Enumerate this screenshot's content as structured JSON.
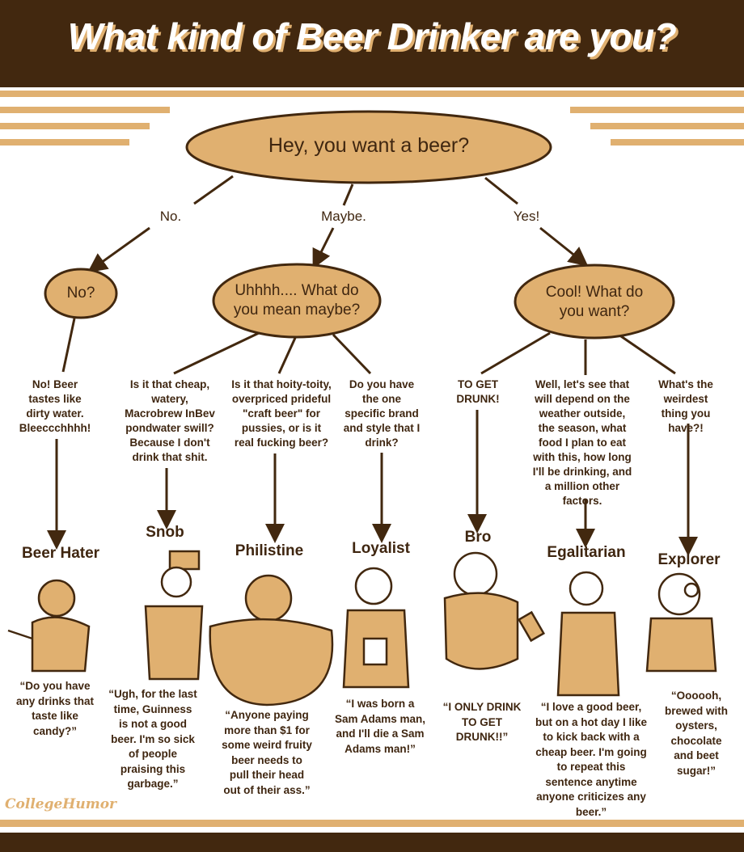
{
  "title": "What kind of Beer Drinker are you?",
  "root": "Hey, you want a beer?",
  "branches": [
    {
      "label": "No.",
      "node": "No?"
    },
    {
      "label": "Maybe.",
      "node": "Uhhhh.... What do you mean maybe?"
    },
    {
      "label": "Yes!",
      "node": "Cool! What do you want?"
    }
  ],
  "types": [
    {
      "answer": "No! Beer tastes like dirty water. Bleeccchhhh!",
      "name": "Beer Hater",
      "quote": "“Do you have any drinks that taste like candy?”"
    },
    {
      "answer": "Is it that cheap, watery, Macrobrew InBev pondwater swill? Because I don't drink that shit.",
      "name": "Snob",
      "quote": "“Ugh, for the last time, Guinness is not a good beer. I'm so sick of people praising this garbage.”"
    },
    {
      "answer": "Is it that hoity-toity, overpriced prideful \"craft beer\" for pussies, or is it real fucking beer?",
      "name": "Philistine",
      "quote": "“Anyone paying more than $1 for some weird fruity beer needs to pull their head out of their ass.”"
    },
    {
      "answer": "Do you have the one specific brand and style that I drink?",
      "name": "Loyalist",
      "quote": "“I was born a Sam Adams man, and I'll die a Sam Adams man!”"
    },
    {
      "answer": "TO GET DRUNK!",
      "name": "Bro",
      "quote": "“I ONLY DRINK TO GET DRUNK!!”"
    },
    {
      "answer": "Well, let's see that will depend on the weather outside, the season, what food I plan to eat with this, how long I'll be drinking, and a million other factors.",
      "name": "Egalitarian",
      "quote": "“I love a good beer, but on a hot day I like to kick back with a cheap beer. I'm going to repeat this sentence anytime anyone criticizes any beer.”"
    },
    {
      "answer": "What's the weirdest thing you have?!",
      "name": "Explorer",
      "quote": "“Oooooh, brewed with oysters, chocolate and beet sugar!”"
    }
  ],
  "logo": "CollegeHumor",
  "colors": {
    "brown": "#42280f",
    "tan": "#e0b070"
  }
}
